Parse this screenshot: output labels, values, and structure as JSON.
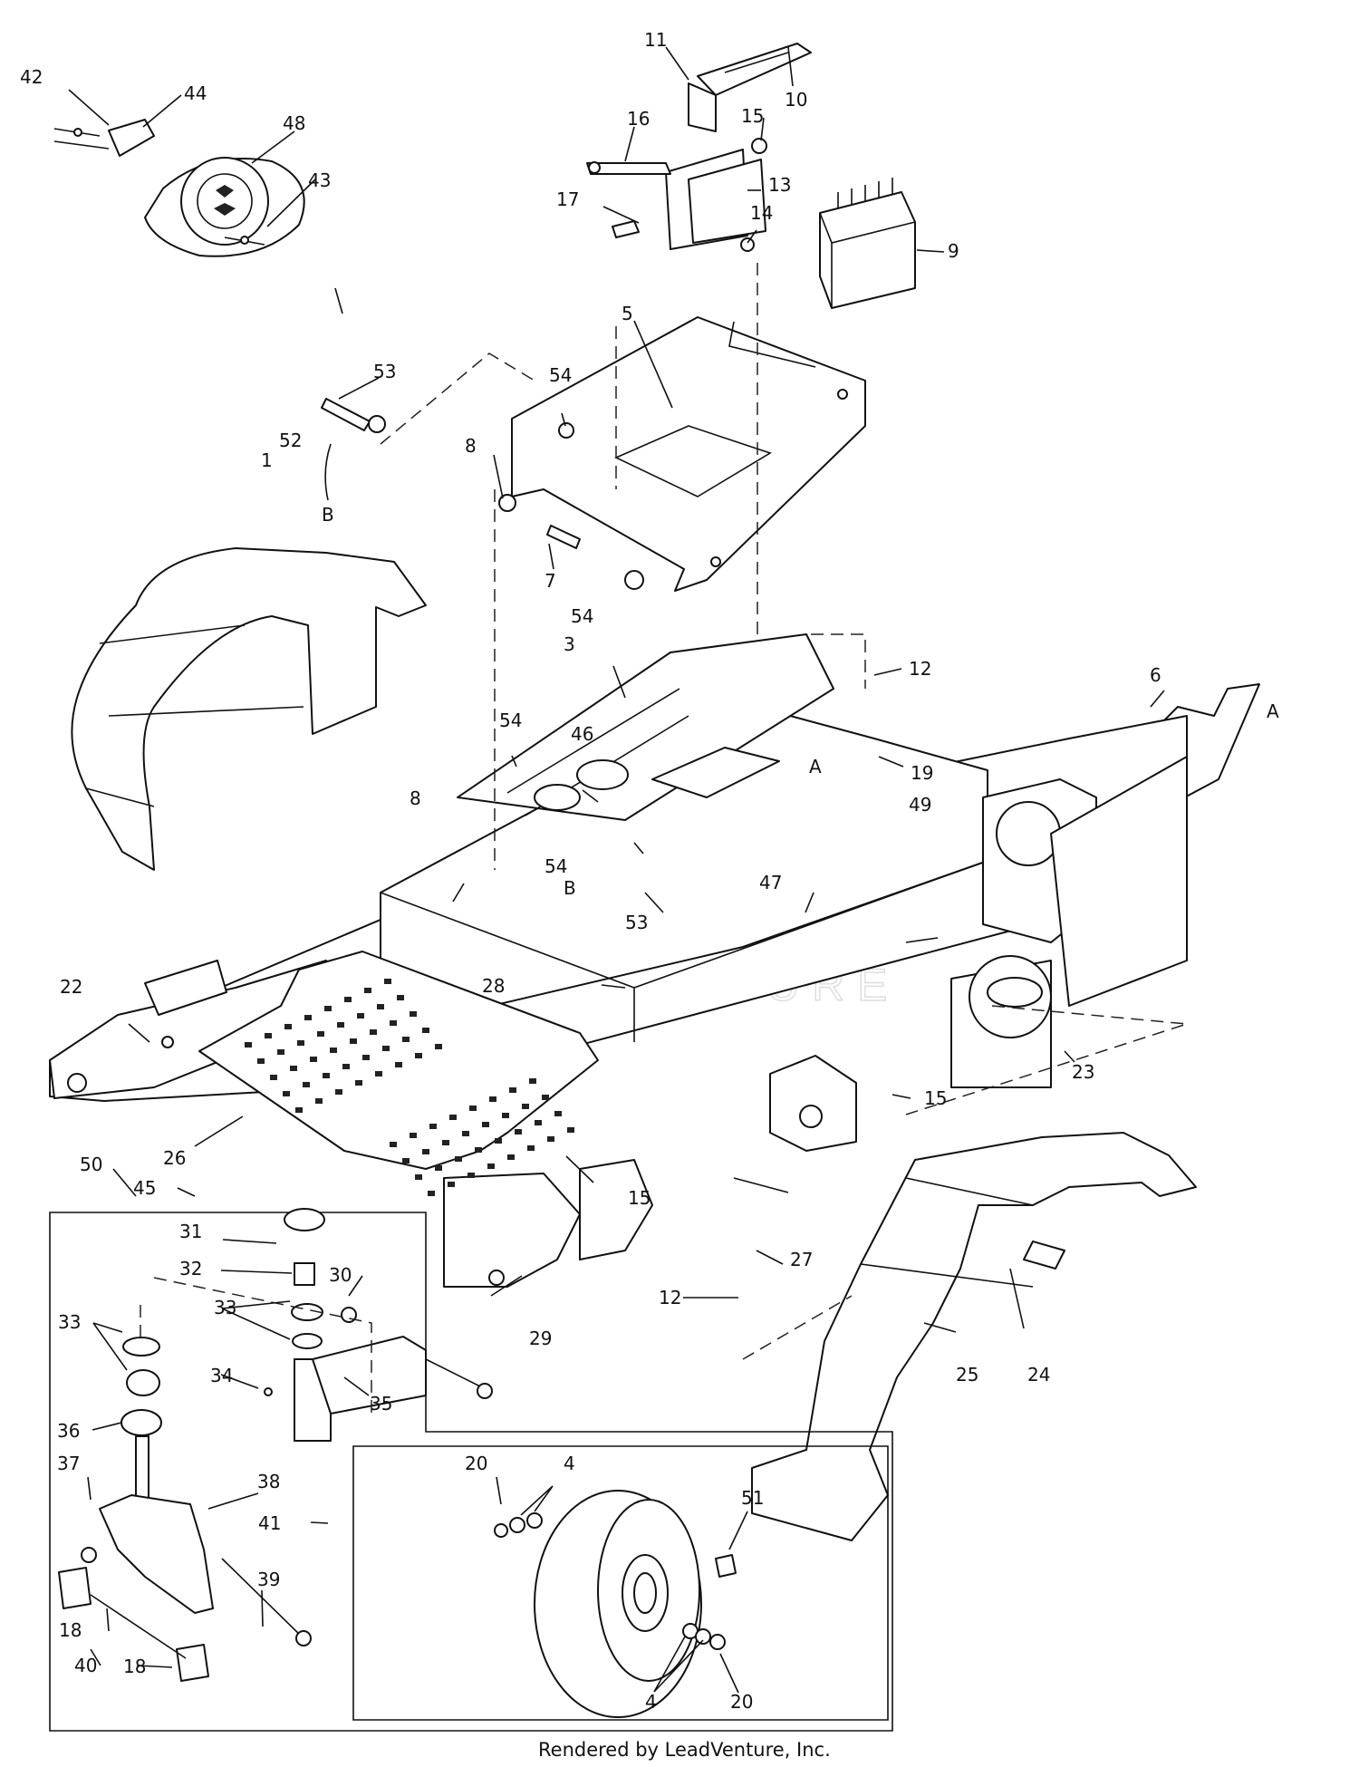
{
  "diagram": {
    "watermark": "LEADVENTURE",
    "footer": "Rendered by LeadVenture, Inc.",
    "callouts": [
      {
        "id": "c1",
        "text": "1"
      },
      {
        "id": "c3",
        "text": "3"
      },
      {
        "id": "c4a",
        "text": "4"
      },
      {
        "id": "c4b",
        "text": "4"
      },
      {
        "id": "c5",
        "text": "5"
      },
      {
        "id": "c6",
        "text": "6"
      },
      {
        "id": "c7",
        "text": "7"
      },
      {
        "id": "c8a",
        "text": "8"
      },
      {
        "id": "c8b",
        "text": "8"
      },
      {
        "id": "c9",
        "text": "9"
      },
      {
        "id": "c10",
        "text": "10"
      },
      {
        "id": "c11",
        "text": "11"
      },
      {
        "id": "c12a",
        "text": "12"
      },
      {
        "id": "c12b",
        "text": "12"
      },
      {
        "id": "c13",
        "text": "13"
      },
      {
        "id": "c14",
        "text": "14"
      },
      {
        "id": "c15a",
        "text": "15"
      },
      {
        "id": "c15b",
        "text": "15"
      },
      {
        "id": "c15c",
        "text": "15"
      },
      {
        "id": "c16",
        "text": "16"
      },
      {
        "id": "c17",
        "text": "17"
      },
      {
        "id": "c18a",
        "text": "18"
      },
      {
        "id": "c18b",
        "text": "18"
      },
      {
        "id": "c19",
        "text": "19"
      },
      {
        "id": "c20a",
        "text": "20"
      },
      {
        "id": "c20b",
        "text": "20"
      },
      {
        "id": "c22",
        "text": "22"
      },
      {
        "id": "c23",
        "text": "23"
      },
      {
        "id": "c24",
        "text": "24"
      },
      {
        "id": "c25",
        "text": "25"
      },
      {
        "id": "c26",
        "text": "26"
      },
      {
        "id": "c27",
        "text": "27"
      },
      {
        "id": "c28",
        "text": "28"
      },
      {
        "id": "c29",
        "text": "29"
      },
      {
        "id": "c30",
        "text": "30"
      },
      {
        "id": "c31",
        "text": "31"
      },
      {
        "id": "c32",
        "text": "32"
      },
      {
        "id": "c33a",
        "text": "33"
      },
      {
        "id": "c33b",
        "text": "33"
      },
      {
        "id": "c34",
        "text": "34"
      },
      {
        "id": "c35",
        "text": "35"
      },
      {
        "id": "c36",
        "text": "36"
      },
      {
        "id": "c37",
        "text": "37"
      },
      {
        "id": "c38",
        "text": "38"
      },
      {
        "id": "c39",
        "text": "39"
      },
      {
        "id": "c40",
        "text": "40"
      },
      {
        "id": "c41",
        "text": "41"
      },
      {
        "id": "c42",
        "text": "42"
      },
      {
        "id": "c43",
        "text": "43"
      },
      {
        "id": "c44",
        "text": "44"
      },
      {
        "id": "c45",
        "text": "45"
      },
      {
        "id": "c46",
        "text": "46"
      },
      {
        "id": "c47",
        "text": "47"
      },
      {
        "id": "c48",
        "text": "48"
      },
      {
        "id": "c49",
        "text": "49"
      },
      {
        "id": "c50",
        "text": "50"
      },
      {
        "id": "c51",
        "text": "51"
      },
      {
        "id": "c52",
        "text": "52"
      },
      {
        "id": "c53a",
        "text": "53"
      },
      {
        "id": "c53b",
        "text": "53"
      },
      {
        "id": "c54a",
        "text": "54"
      },
      {
        "id": "c54b",
        "text": "54"
      },
      {
        "id": "c54c",
        "text": "54"
      },
      {
        "id": "c54d",
        "text": "54"
      },
      {
        "id": "cA1",
        "text": "A"
      },
      {
        "id": "cA2",
        "text": "A"
      },
      {
        "id": "cB1",
        "text": "B"
      },
      {
        "id": "cB2",
        "text": "B"
      }
    ]
  }
}
